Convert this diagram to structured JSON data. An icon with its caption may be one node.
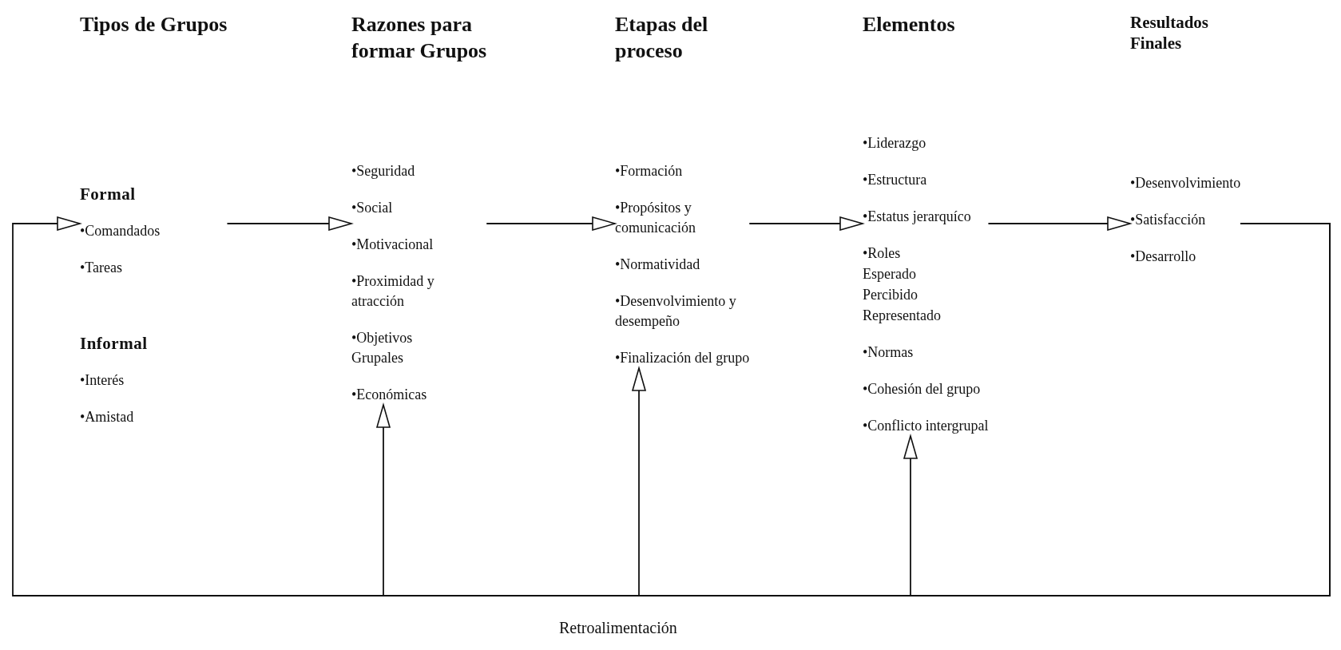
{
  "diagram": {
    "nodes": [
      {
        "text": [
          "Tipos de Grupos",
          "Formal",
          "•Comandados",
          "•Tareas",
          "Informal",
          "•Interés",
          "•Amistad"
        ]
      },
      {
        "text": [
          "Razones para formar Grupos",
          "•Seguridad",
          "•Social",
          "•Motivacional",
          "•Proximidad y atracción",
          "•Objetivos Grupales",
          "•Económicas"
        ]
      },
      {
        "text": [
          "Etapas del proceso",
          "•Formación",
          "•Propósitos y comunicación",
          "•Normatividad",
          "•Desenvolvimiento y desempeño",
          "•Finalización del grupo"
        ]
      },
      {
        "text": [
          "Elementos",
          "•Liderazgo",
          "•Estructura",
          "•Estatus jerarquíco",
          "•Roles",
          "Esperado",
          "Percibido",
          "Representado",
          "•Normas",
          "•Cohesión del grupo",
          "•Conflicto intergrupal"
        ]
      },
      {
        "text": [
          "Resultados Finales",
          "•Desenvolvimiento",
          "•Satisfacción",
          "•Desarrollo"
        ]
      }
    ],
    "edges": [
      {
        "from": 0,
        "to": 1,
        "arrow": "to"
      },
      {
        "from": 1,
        "to": 2,
        "arrow": "to"
      },
      {
        "from": 2,
        "to": 3,
        "arrow": "to"
      },
      {
        "from": 3,
        "to": 4,
        "arrow": "to"
      },
      {
        "from": 4,
        "to": 0,
        "arrow": "to"
      },
      {
        "from": 4,
        "to": 1,
        "arrow": "to"
      },
      {
        "from": 4,
        "to": 2,
        "arrow": "to"
      },
      {
        "from": 4,
        "to": 3,
        "arrow": "to"
      }
    ],
    "labels": [
      "Retroalimentación"
    ]
  }
}
